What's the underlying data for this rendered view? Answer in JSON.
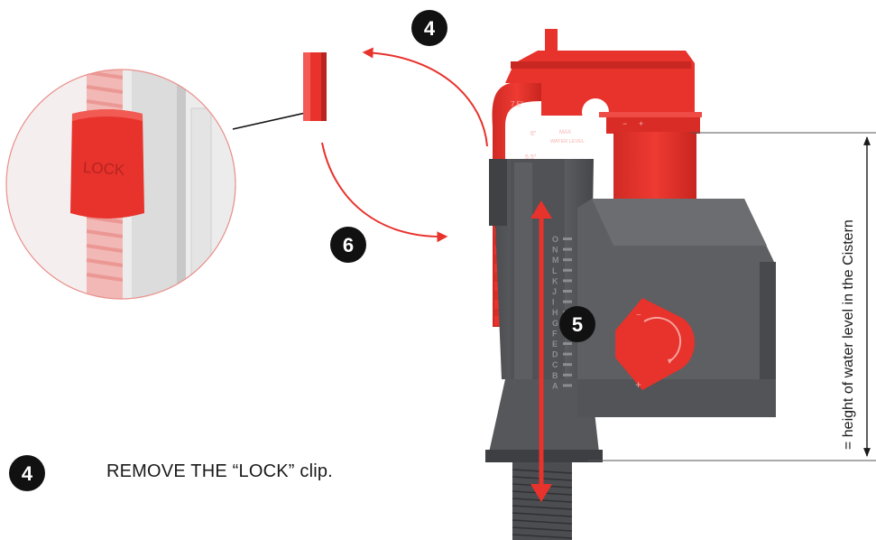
{
  "steps": {
    "step_4": "4",
    "step_5": "5",
    "step_6": "6"
  },
  "instruction": {
    "badge": "4",
    "text": "REMOVE THE “LOCK” clip."
  },
  "water_level_label": "= height of water level in the Cistern",
  "valve_markings": {
    "lock_text": "LOCK",
    "max_label": "MAX",
    "water_level_label": "WATER LEVEL",
    "size_75": "7.5\"",
    "size_6": "6\"",
    "size_55": "5.5\"",
    "minus": "−",
    "plus": "+"
  },
  "scale_letters": [
    "O",
    "N",
    "M",
    "L",
    "K",
    "J",
    "I",
    "H",
    "G",
    "F",
    "E",
    "D",
    "C",
    "B",
    "A"
  ],
  "colors": {
    "red": "#e8322c",
    "red_dark": "#b71f1a",
    "gray": "#5d5f62",
    "gray_dark": "#3d3f42",
    "badge": "#111111"
  },
  "icons": {
    "arrow_remove": "curved-arrow-icon",
    "arrow_insert": "curved-arrow-icon",
    "height_arrow": "double-arrow-icon",
    "dial": "rotate-dial-icon"
  }
}
